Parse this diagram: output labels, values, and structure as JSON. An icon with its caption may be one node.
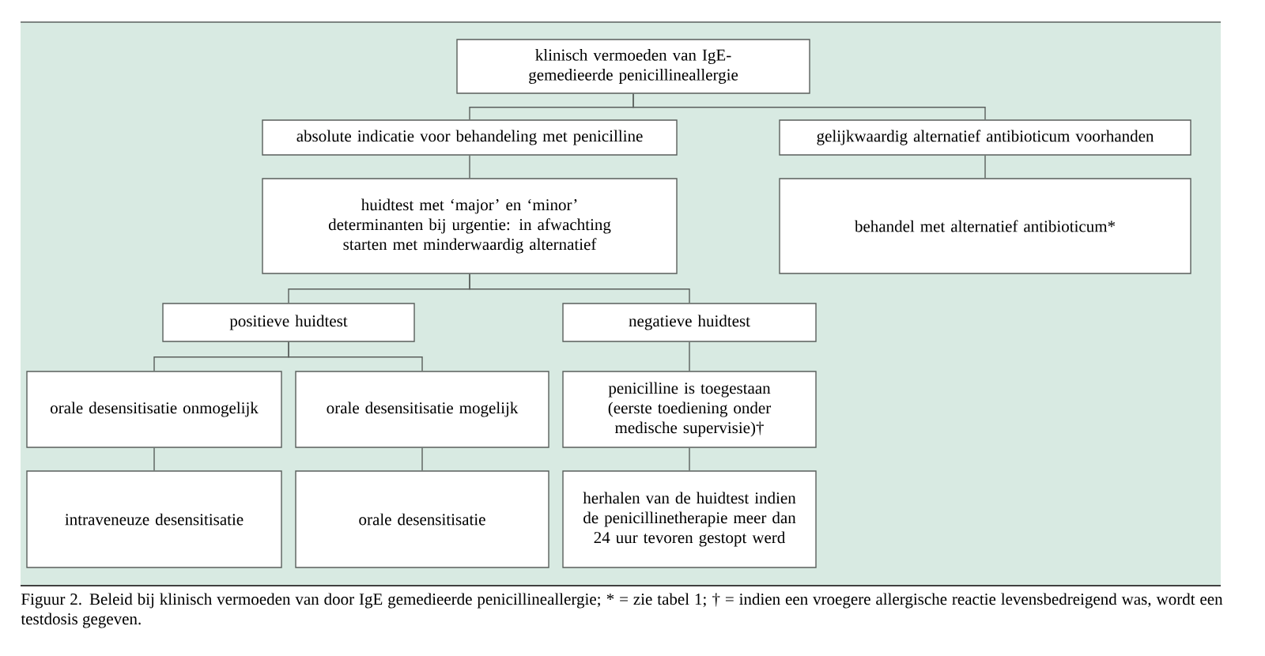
{
  "diagram": {
    "caption": "Figuur 2. Beleid bij klinisch vermoeden van door IgE gemedieerde penicillineallergie; * = zie tabel 1; † = indien een vroegere allergische reactie levensbedreigend was, wordt een testdosis gegeven.",
    "nodes": [
      {
        "text": [
          "klinisch vermoeden van IgE-gemedieerde penicillineallergie"
        ]
      },
      {
        "text": [
          "absolute indicatie voor behandeling met penicilline"
        ]
      },
      {
        "text": [
          "gelijkwaardig alternatief antibioticum voorhanden"
        ]
      },
      {
        "text": [
          "huidtest met ‘major’ en ‘minor’ determinanten bij urgentie: in afwachting starten met minderwaardig alternatief"
        ]
      },
      {
        "text": [
          "behandel met alternatief antibioticum*"
        ]
      },
      {
        "text": [
          "positieve huidtest"
        ]
      },
      {
        "text": [
          "negatieve huidtest"
        ]
      },
      {
        "text": [
          "orale desensitisatie onmogelijk"
        ]
      },
      {
        "text": [
          "orale desensitisatie mogelijk"
        ]
      },
      {
        "text": [
          "penicilline is toegestaan (eerste toediening onder medische supervisie)†"
        ]
      },
      {
        "text": [
          "intraveneuze desensitisatie"
        ]
      },
      {
        "text": [
          "orale desensitisatie"
        ]
      },
      {
        "text": [
          "herhalen van de huidtest indien de penicillinetherapie meer dan 24 uur tevoren gestopt werd"
        ]
      }
    ],
    "edges": [
      {
        "from": 0,
        "to": 1,
        "arrow": "none"
      },
      {
        "from": 0,
        "to": 2,
        "arrow": "none"
      },
      {
        "from": 1,
        "to": 3,
        "arrow": "none"
      },
      {
        "from": 2,
        "to": 4,
        "arrow": "none"
      },
      {
        "from": 3,
        "to": 5,
        "arrow": "none"
      },
      {
        "from": 3,
        "to": 6,
        "arrow": "none"
      },
      {
        "from": 5,
        "to": 7,
        "arrow": "none"
      },
      {
        "from": 5,
        "to": 8,
        "arrow": "none"
      },
      {
        "from": 7,
        "to": 10,
        "arrow": "none"
      },
      {
        "from": 8,
        "to": 11,
        "arrow": "none"
      },
      {
        "from": 6,
        "to": 9,
        "arrow": "none"
      },
      {
        "from": 9,
        "to": 12,
        "arrow": "none"
      }
    ]
  }
}
